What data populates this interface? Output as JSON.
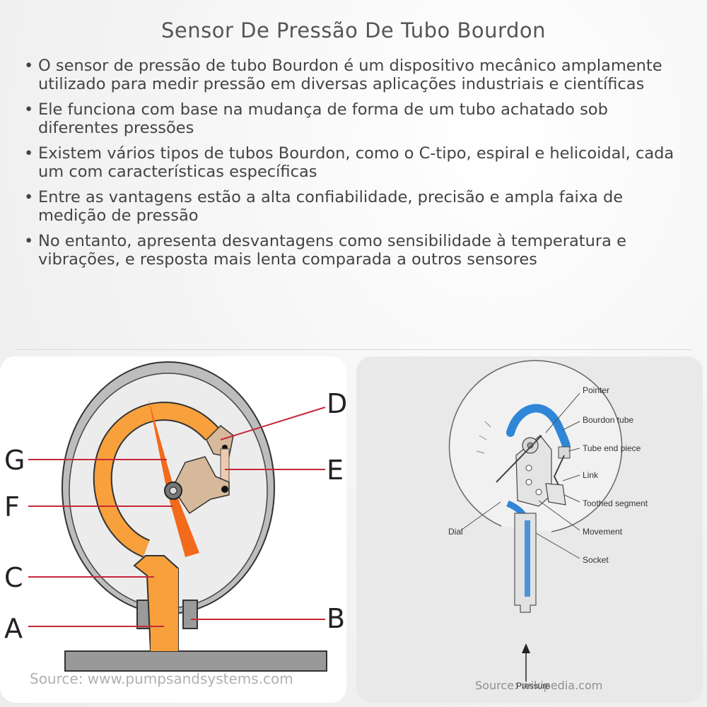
{
  "title": "Sensor De Pressão De Tubo Bourdon",
  "bullets": [
    "O sensor de pressão de tubo Bourdon é um dispositivo mecânico amplamente utilizado para medir pressão em diversas aplicações industriais e científicas",
    "Ele funciona com base na mudança de forma de um tubo achatado sob diferentes pressões",
    "Existem vários tipos de tubos Bourdon, como o C-tipo, espiral e helicoidal, cada um com características específicas",
    "Entre as vantagens estão a alta confiabilidade, precisão e ampla faixa de medição de pressão",
    "No entanto, apresenta desvantagens como sensibilidade à temperatura e vibrações, e resposta mais lenta comparada a outros sensores"
  ],
  "bullet_marker": "•",
  "left_diagram": {
    "labels": {
      "d": "D",
      "e": "E",
      "g": "G",
      "f": "F",
      "c": "C",
      "b": "B",
      "a": "A"
    },
    "source": "Source: www.pumpsandsystems.com",
    "colors": {
      "tube": "#f7a03c",
      "pointer": "#f26a1b",
      "casing": "#bdbdbd",
      "leader": "#c8283a",
      "link": "#d6b99a"
    }
  },
  "right_diagram": {
    "labels": {
      "pointer": "Pointer",
      "bourdon_tube": "Bourdon tube",
      "tube_end_piece": "Tube end piece",
      "link": "Link",
      "toothed_segment": "Toothed segment",
      "movement": "Movement",
      "socket": "Socket",
      "dial": "Dial",
      "pressure": "Pressure"
    },
    "source": "Source: wikipedia.com",
    "colors": {
      "tube": "#2f86d6"
    }
  }
}
